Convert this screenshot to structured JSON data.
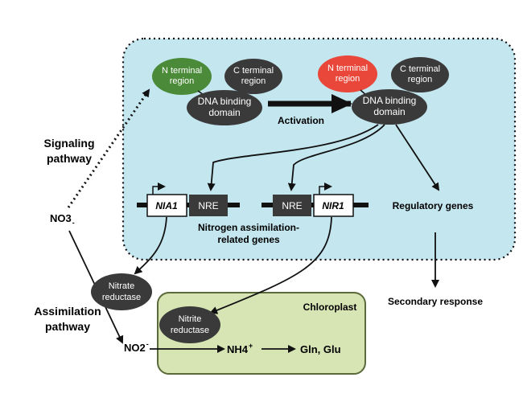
{
  "domain_labels": {
    "signaling": [
      "Signaling",
      "pathway"
    ],
    "assimilation": [
      "Assimilation",
      "pathway"
    ]
  },
  "molecules": {
    "no3": "NO3",
    "no3_charge": "-",
    "no2": "NO2",
    "no2_charge": "-",
    "nh4": "NH4",
    "nh4_charge": "+",
    "gln_glu": "Gln, Glu"
  },
  "transcription_factor": {
    "inactive": {
      "n_terminal": [
        "N terminal",
        "region"
      ],
      "c_terminal": [
        "C terminal",
        "region"
      ],
      "dna_binding": [
        "DNA binding",
        "domain"
      ]
    },
    "active": {
      "n_terminal": [
        "N terminal",
        "region"
      ],
      "c_terminal": [
        "C terminal",
        "region"
      ],
      "dna_binding": [
        "DNA binding",
        "domain"
      ]
    },
    "activation_label": "Activation"
  },
  "genes": {
    "nia1": "NIA1",
    "nre_left": "NRE",
    "nre_right": "NRE",
    "nir1": "NIR1",
    "group_label": [
      "Nitrogen assimilation-",
      "related genes"
    ],
    "regulatory": "Regulatory genes",
    "secondary": "Secondary response"
  },
  "enzymes": {
    "nitrate_reductase": [
      "Nitrate",
      "reductase"
    ],
    "nitrite_reductase": [
      "Nitrite",
      "reductase"
    ]
  },
  "chloroplast_label": "Chloroplast",
  "colors": {
    "nucleus_fill": "#c3e6ef",
    "chloroplast_fill": "#d7e4b4",
    "chloroplast_stroke": "#5a6a3a",
    "dark_node": "#3a3a3a",
    "n_terminal_inactive": "#4a8a38",
    "n_terminal_active": "#e8473a",
    "line": "#111111"
  }
}
